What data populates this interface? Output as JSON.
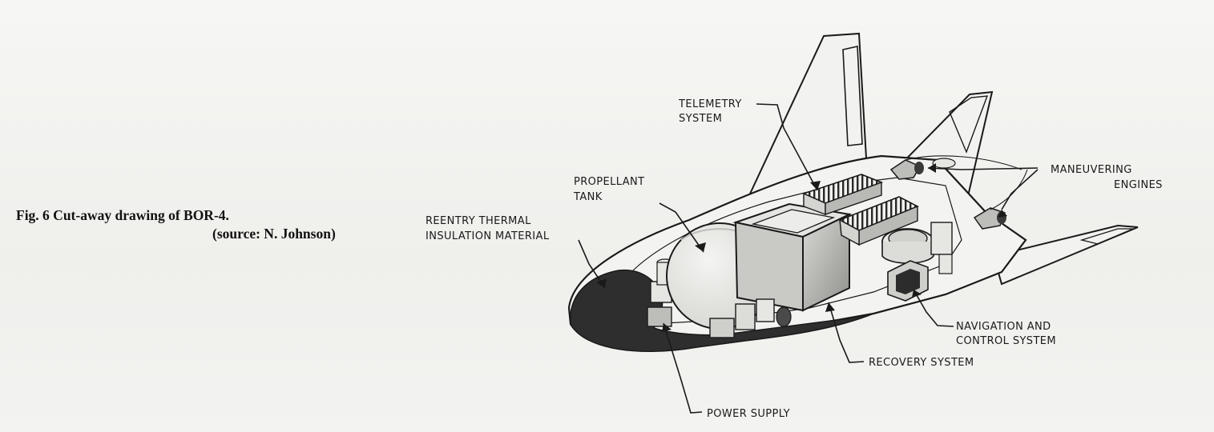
{
  "caption": {
    "line1": "Fig. 6  Cut-away drawing of BOR-4.",
    "line2": "(source: N. Johnson)"
  },
  "labels": {
    "telemetry_1": "TELEMETRY",
    "telemetry_2": "SYSTEM",
    "propellant_1": "PROPELLANT",
    "propellant_2": "TANK",
    "reentry_1": "REENTRY THERMAL",
    "reentry_2": "INSULATION MATERIAL",
    "maneuvering_1": "MANEUVERING",
    "maneuvering_2": "ENGINES",
    "navigation_1": "NAVIGATION AND",
    "navigation_2": "CONTROL SYSTEM",
    "recovery": "RECOVERY SYSTEM",
    "power": "POWER SUPPLY"
  },
  "colors": {
    "ink": "#1a1a1a",
    "insulation": "#2e2e2e",
    "panel": "#ededeb"
  }
}
